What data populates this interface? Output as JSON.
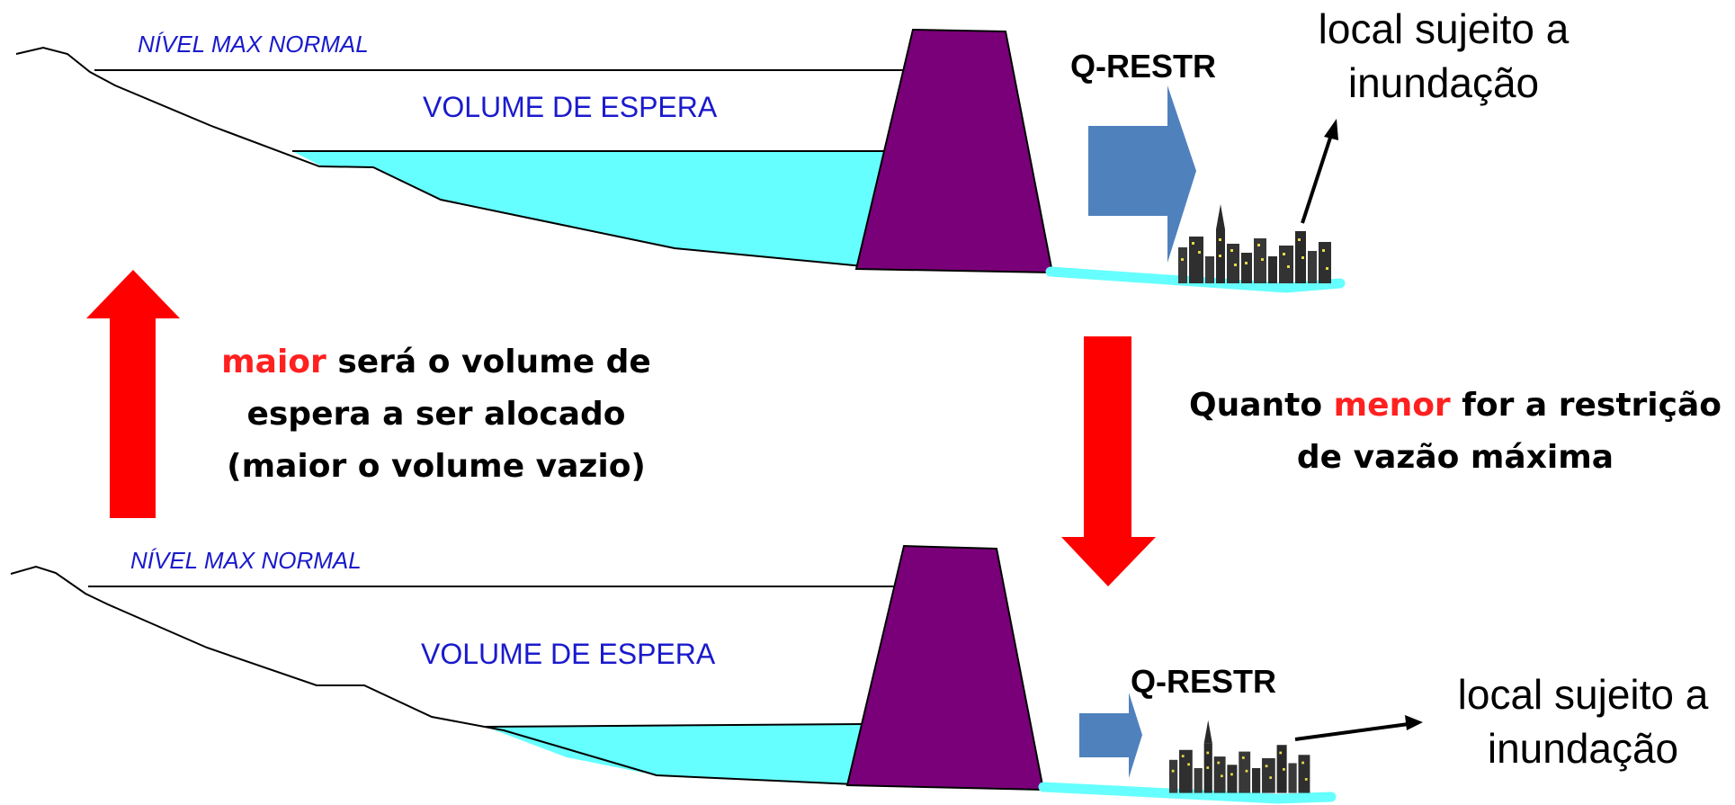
{
  "colors": {
    "water": "#66ffff",
    "dam": "#7a007a",
    "flow_arrow": "#4f81bd",
    "red_arrow": "#ff0000",
    "label_blue": "#1a1acc",
    "emphasis_red": "#ff2020"
  },
  "top_scene": {
    "level_label": "NÍVEL MAX NORMAL",
    "volume_label": "VOLUME DE ESPERA",
    "flow_label": "Q-RESTR",
    "city_label_line1": "local sujeito a",
    "city_label_line2": "inundação"
  },
  "bottom_scene": {
    "level_label": "NÍVEL MAX NORMAL",
    "volume_label": "VOLUME DE ESPERA",
    "flow_label": "Q-RESTR",
    "city_label_line1": "local sujeito a",
    "city_label_line2": "inundação"
  },
  "left_text": {
    "line1_emph": "maior",
    "line1_rest": " será o volume de",
    "line2": "espera a ser alocado",
    "line3": "(maior o volume vazio)"
  },
  "right_text": {
    "line1_pre": "Quanto ",
    "line1_emph": "menor",
    "line1_rest": " for a restrição",
    "line2": "de vazão máxima"
  }
}
